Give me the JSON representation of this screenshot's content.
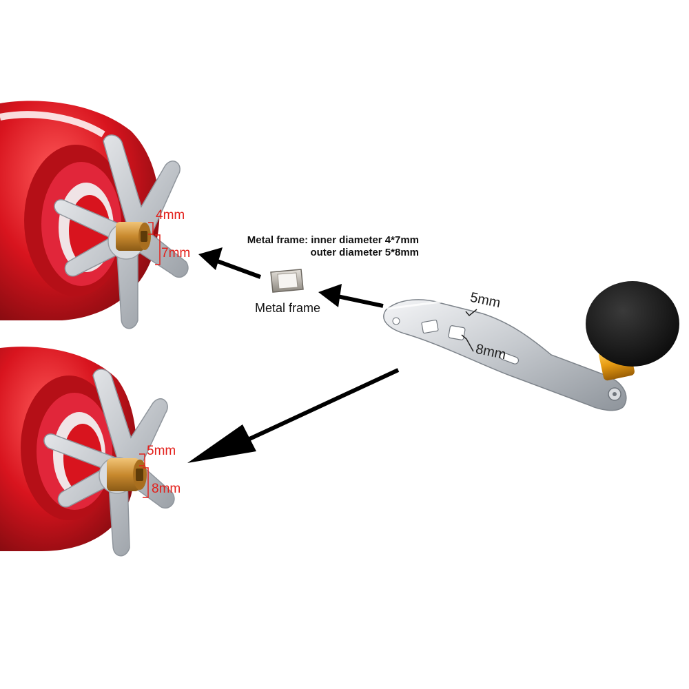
{
  "colors": {
    "reel_red": "#d8141e",
    "metal_silver": "#c9ccd0",
    "brass": "#c8892e",
    "knob_black": "#141414",
    "gold_collar": "#e79b12",
    "dimension_red": "#e3201b"
  },
  "top_reel": {
    "dim_small": "4mm",
    "dim_large": "7mm"
  },
  "bottom_reel": {
    "dim_small": "5mm",
    "dim_large": "8mm"
  },
  "metal_frame": {
    "spec_line1": "Metal frame: inner diameter 4*7mm",
    "spec_line2": "outer diameter 5*8mm",
    "caption": "Metal frame"
  },
  "handle": {
    "dim_small": "5mm",
    "dim_large": "8mm"
  }
}
